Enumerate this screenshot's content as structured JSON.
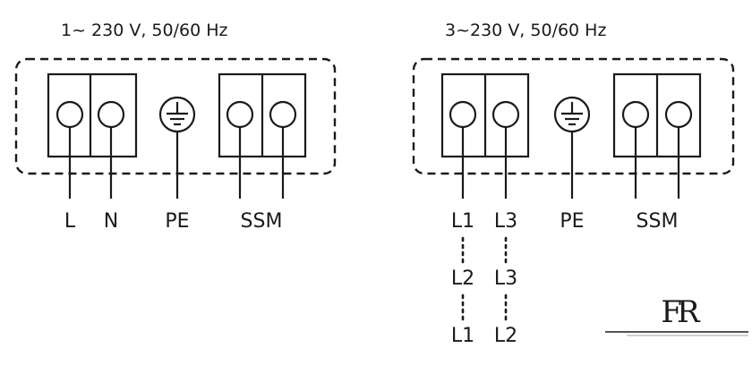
{
  "left": {
    "title": "1~ 230 V, 50/60 Hz",
    "labels": {
      "l": "L",
      "n": "N",
      "pe": "PE",
      "ssm": "SSM"
    }
  },
  "right": {
    "title": "3~230 V, 50/60 Hz",
    "labels": {
      "col1": [
        "L1",
        "L2",
        "L1"
      ],
      "col2": [
        "L3",
        "L3",
        "L2"
      ],
      "pe": "PE",
      "ssm": "SSM"
    }
  },
  "logo": {
    "text": "FR"
  },
  "colors": {
    "stroke": "#1a1a1a",
    "background": "#ffffff"
  }
}
